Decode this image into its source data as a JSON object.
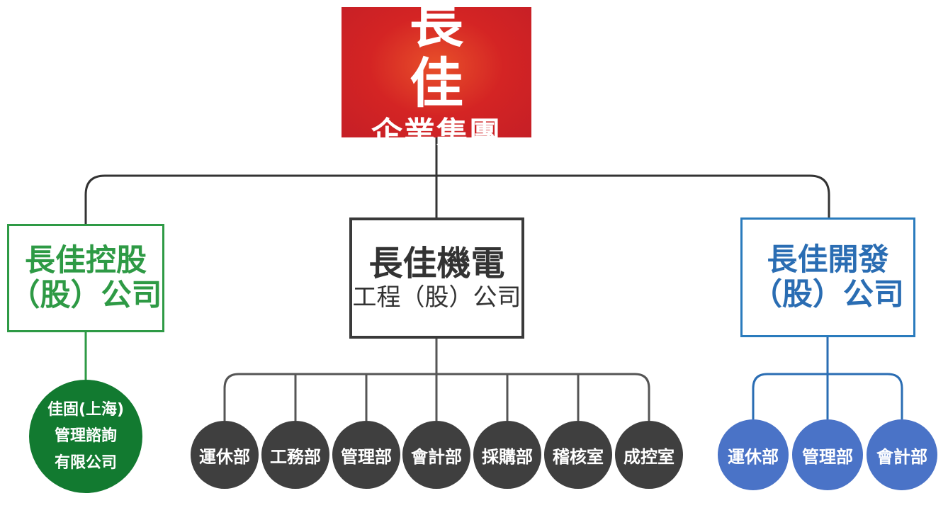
{
  "group": {
    "line1": "長 佳",
    "line2": "企業集團",
    "color": "#d42424"
  },
  "holding": {
    "line1": "長佳控股",
    "line2": "（股）公司",
    "color": "#2e9a45",
    "subsidiary": {
      "line1": "佳固(上海)",
      "line2": "管理諮詢",
      "line3": "有限公司"
    }
  },
  "electromech": {
    "line1": "長佳機電",
    "line2": "工程（股）公司",
    "color": "#333333",
    "departments": [
      "運休部",
      "工務部",
      "管理部",
      "會計部",
      "採購部",
      "稽核室",
      "成控室"
    ]
  },
  "development": {
    "line1": "長佳開發",
    "line2": "（股）公司",
    "color": "#2a6db3",
    "departments": [
      "運休部",
      "管理部",
      "會計部"
    ]
  }
}
